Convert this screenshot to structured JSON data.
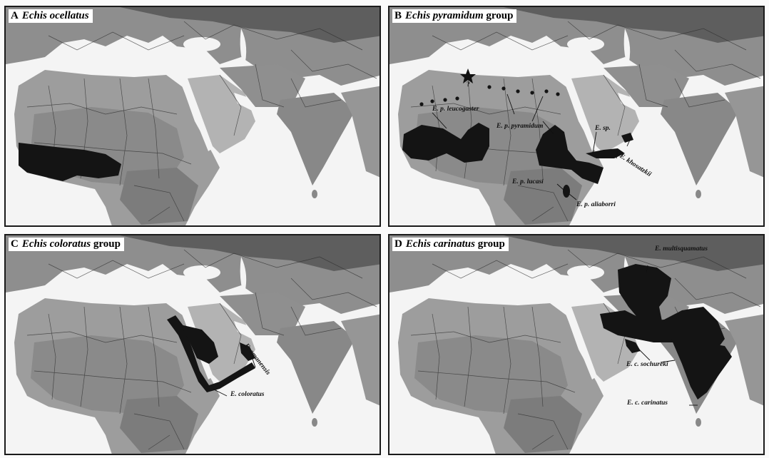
{
  "panels": [
    {
      "id": "A",
      "letter": "A",
      "title": "Echis ocellatus",
      "suffix": "",
      "labels": []
    },
    {
      "id": "B",
      "letter": "B",
      "title": "Echis pyramidum",
      "suffix": "group",
      "labels": [
        "E. p. leucogaster",
        "E. p. pyramidum",
        "E. sp.",
        "E. khosatzkii",
        "E. p. lucasi",
        "E. p. aliaborri",
        "?"
      ]
    },
    {
      "id": "C",
      "letter": "C",
      "title": "Echis coloratus",
      "suffix": "group",
      "labels": [
        "E. omanensis",
        "E. coloratus"
      ]
    },
    {
      "id": "D",
      "letter": "D",
      "title": "Echis carinatus",
      "suffix": "group",
      "labels": [
        "E. multisquamatus",
        "E. c. sochureki",
        "E. c. carinatus"
      ]
    }
  ],
  "colors": {
    "land": "#9a9a9a",
    "land_dark": "#6f6f6f",
    "sea": "#f4f4f4",
    "range": "#141414"
  }
}
